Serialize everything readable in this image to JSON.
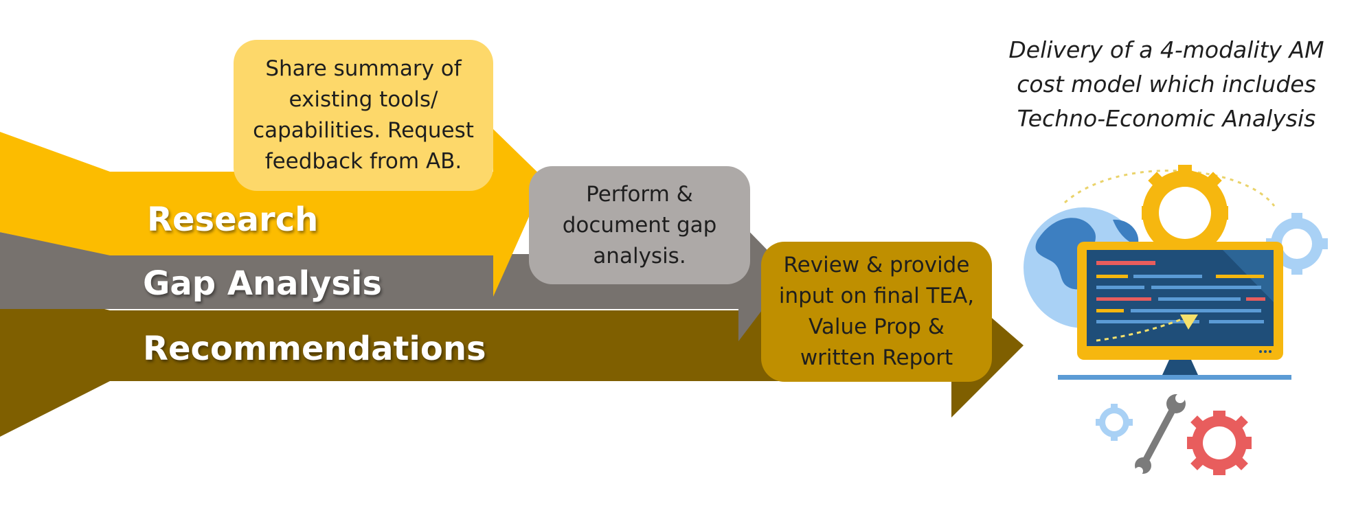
{
  "diagram": {
    "bands": [
      {
        "label": "Research",
        "color": "#fcbc00"
      },
      {
        "label": "Gap Analysis",
        "color": "#77726e"
      },
      {
        "label": "Recommendations",
        "color": "#7f5f00"
      }
    ],
    "steps": [
      {
        "text": "Share summary of\nexisting tools/\ncapabilities.  Request\nfeedback from AB.",
        "color": "#fdd86a"
      },
      {
        "text": "Perform &\ndocument gap\nanalysis.",
        "color": "#ada9a7"
      },
      {
        "text": "Review & provide\ninput on final TEA,\nValue Prop &\nwritten Report",
        "color": "#bf8f00"
      }
    ],
    "outcome": "Delivery of a 4-modality AM\ncost model which includes\nTechno-Economic Analysis",
    "illustration": {
      "icons": [
        "globe-icon",
        "monitor-icon",
        "gear-icon",
        "wrench-icon"
      ],
      "colors": {
        "screen": "#1f4e79",
        "frame": "#f6b70f",
        "globe": "#3d7fc1",
        "gear_red": "#e85d5d",
        "gear_light": "#a9d1f5"
      }
    }
  }
}
